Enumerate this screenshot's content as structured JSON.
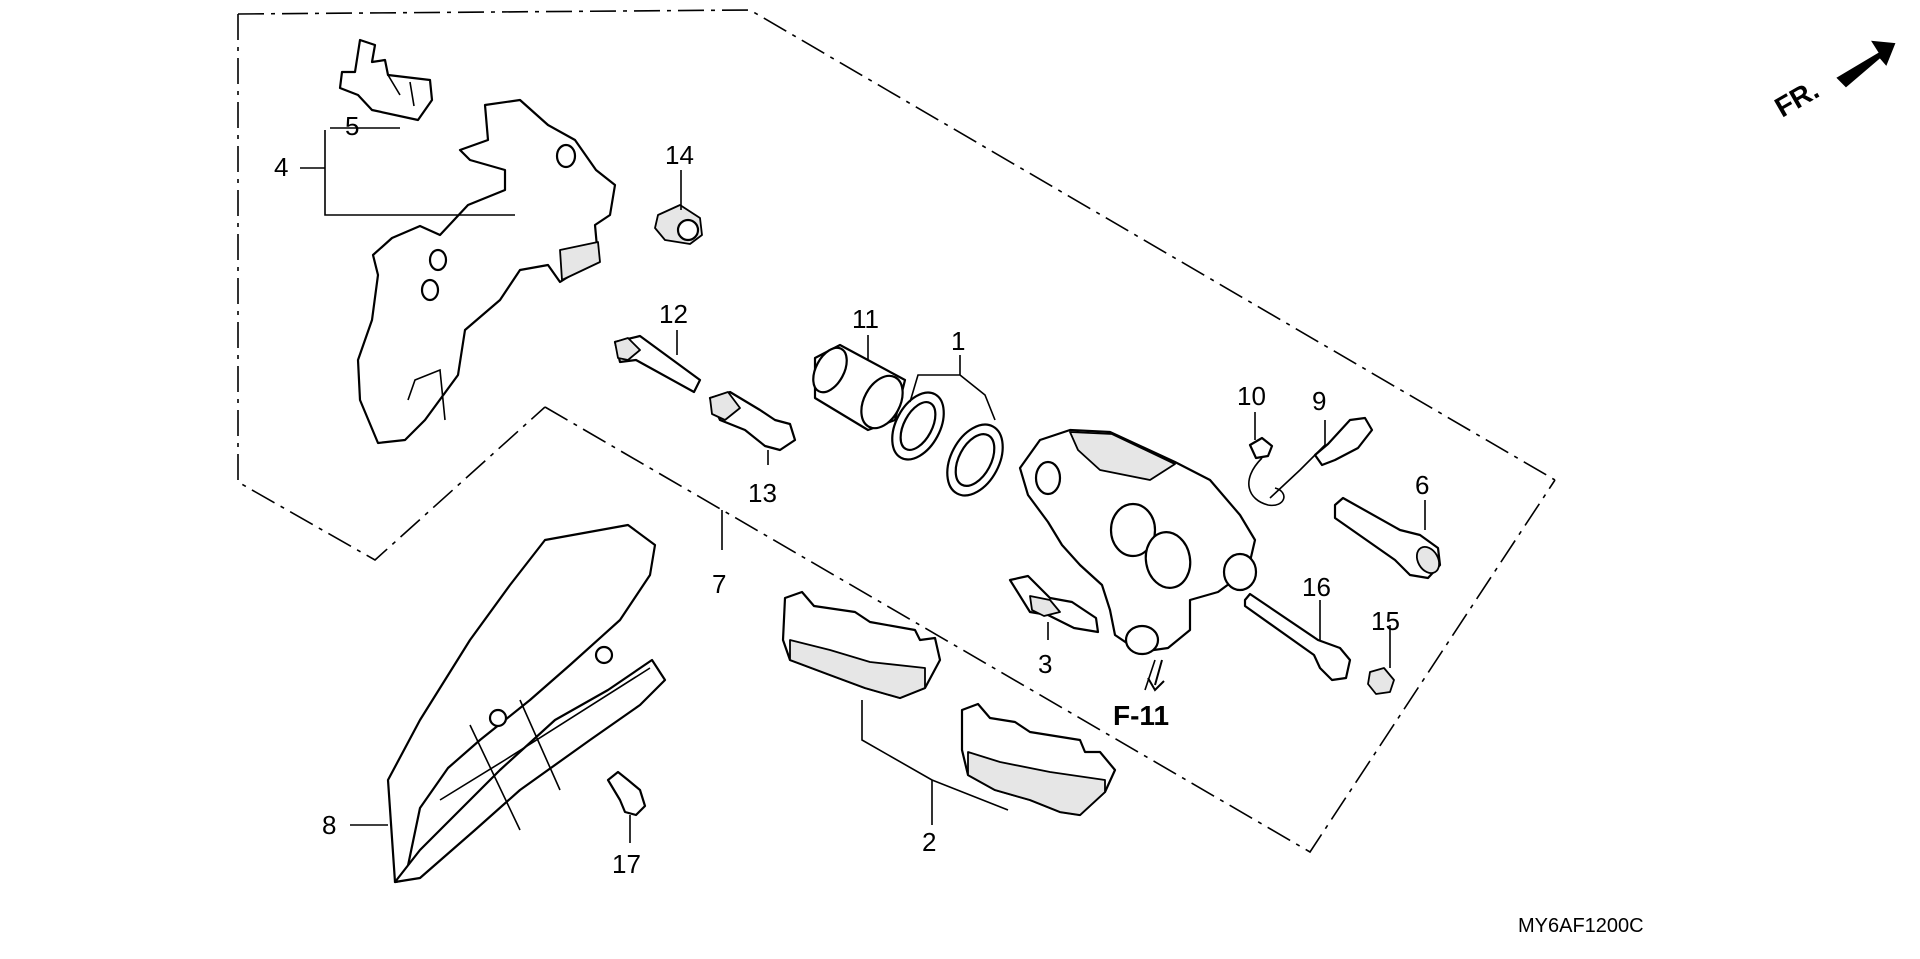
{
  "diagram": {
    "colors": {
      "ink": "#000000",
      "paper": "#ffffff",
      "part_shade": "#e6e6e6"
    },
    "direction": {
      "label": "FR.",
      "icon": "arrow-icon"
    },
    "reference": {
      "label": "F-11"
    },
    "drawing_code": "MY6AF1200C",
    "callouts": [
      {
        "id": "1",
        "label": "1"
      },
      {
        "id": "2",
        "label": "2"
      },
      {
        "id": "3",
        "label": "3"
      },
      {
        "id": "4",
        "label": "4"
      },
      {
        "id": "5",
        "label": "5"
      },
      {
        "id": "6",
        "label": "6"
      },
      {
        "id": "7",
        "label": "7"
      },
      {
        "id": "8",
        "label": "8"
      },
      {
        "id": "9",
        "label": "9"
      },
      {
        "id": "10",
        "label": "10"
      },
      {
        "id": "11",
        "label": "11"
      },
      {
        "id": "12",
        "label": "12"
      },
      {
        "id": "13",
        "label": "13"
      },
      {
        "id": "14",
        "label": "14"
      },
      {
        "id": "15",
        "label": "15"
      },
      {
        "id": "16",
        "label": "16"
      },
      {
        "id": "17",
        "label": "17"
      }
    ]
  }
}
